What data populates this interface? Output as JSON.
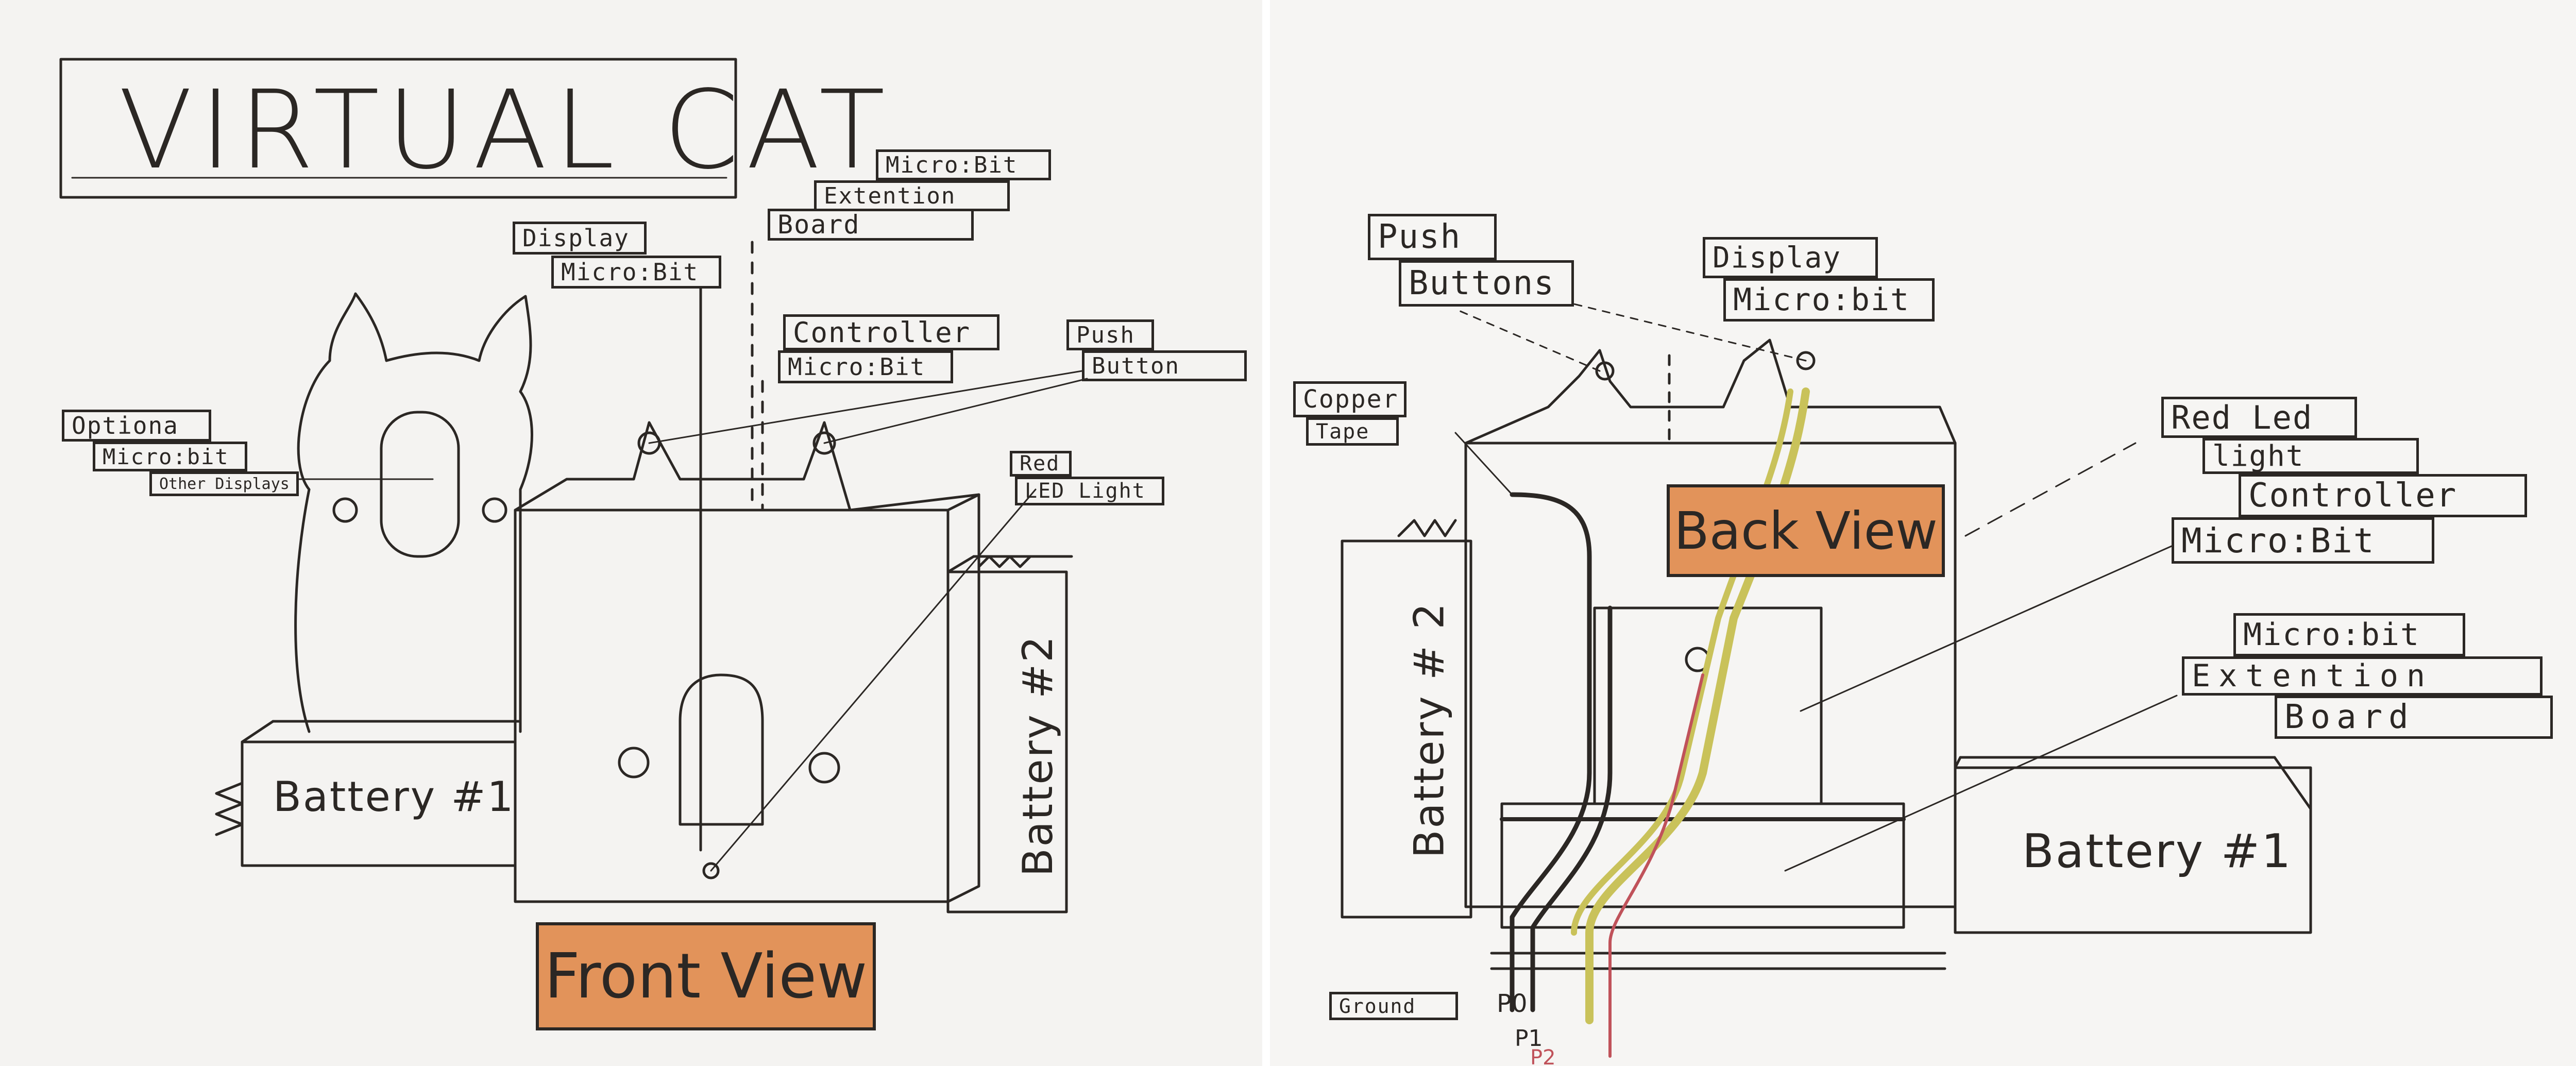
{
  "front": {
    "title": "VIRTUAL CAT",
    "view_label": "Front View",
    "labels": {
      "extension_micro": "Micro:Bit",
      "extension_ext": "Extention",
      "extension_board": "Board",
      "display": "Display",
      "display_micro": "Micro:Bit",
      "controller": "Controller",
      "controller_micro": "Micro:Bit",
      "push": "Push",
      "button": "Button",
      "red": "Red",
      "led_light": "LED Light",
      "optional": "Optiona",
      "optional_micro": "Micro:bit",
      "other_displays": "Other Displays",
      "battery1": "Battery #1",
      "battery2": "Battery #2"
    }
  },
  "back": {
    "view_label": "Back View",
    "labels": {
      "push": "Push",
      "buttons": "Buttons",
      "display": "Display",
      "display_micro": "Micro:bit",
      "copper": "Copper",
      "tape": "Tape",
      "red_led": "Red Led",
      "light": "light",
      "controller": "Controller",
      "controller_micro": "Micro:Bit",
      "extension_micro": "Micro:bit",
      "extension_ext": "Extention",
      "extension_board": "Board",
      "battery1": "Battery #1",
      "battery2": "Battery # 2",
      "ground": "Ground",
      "p0": "P0",
      "p1": "P1",
      "p2": "P2"
    }
  },
  "colors": {
    "ink": "#2b2724",
    "highlight": "#e2935a",
    "wire_yellow": "#c9c25a",
    "wire_red": "#c0525a"
  }
}
